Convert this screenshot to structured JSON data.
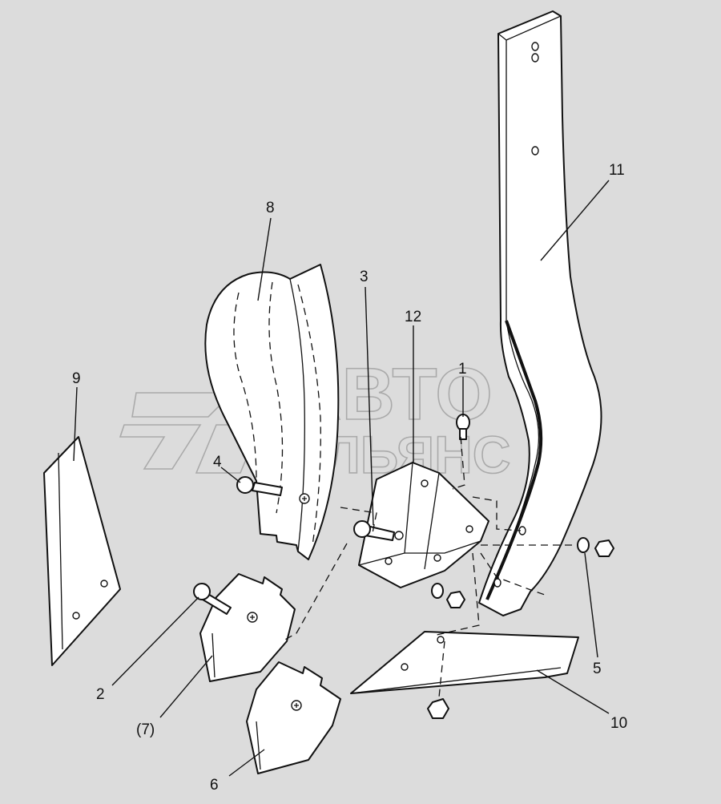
{
  "watermark": {
    "line1": "АВТО",
    "line2": "АЛЬЯНС"
  },
  "callouts": {
    "c1": "1",
    "c2": "2",
    "c3": "3",
    "c4": "4",
    "c5": "5",
    "c6": "6",
    "c7": "(7)",
    "c8": "8",
    "c9": "9",
    "c10": "10",
    "c11": "11",
    "c12": "12"
  }
}
